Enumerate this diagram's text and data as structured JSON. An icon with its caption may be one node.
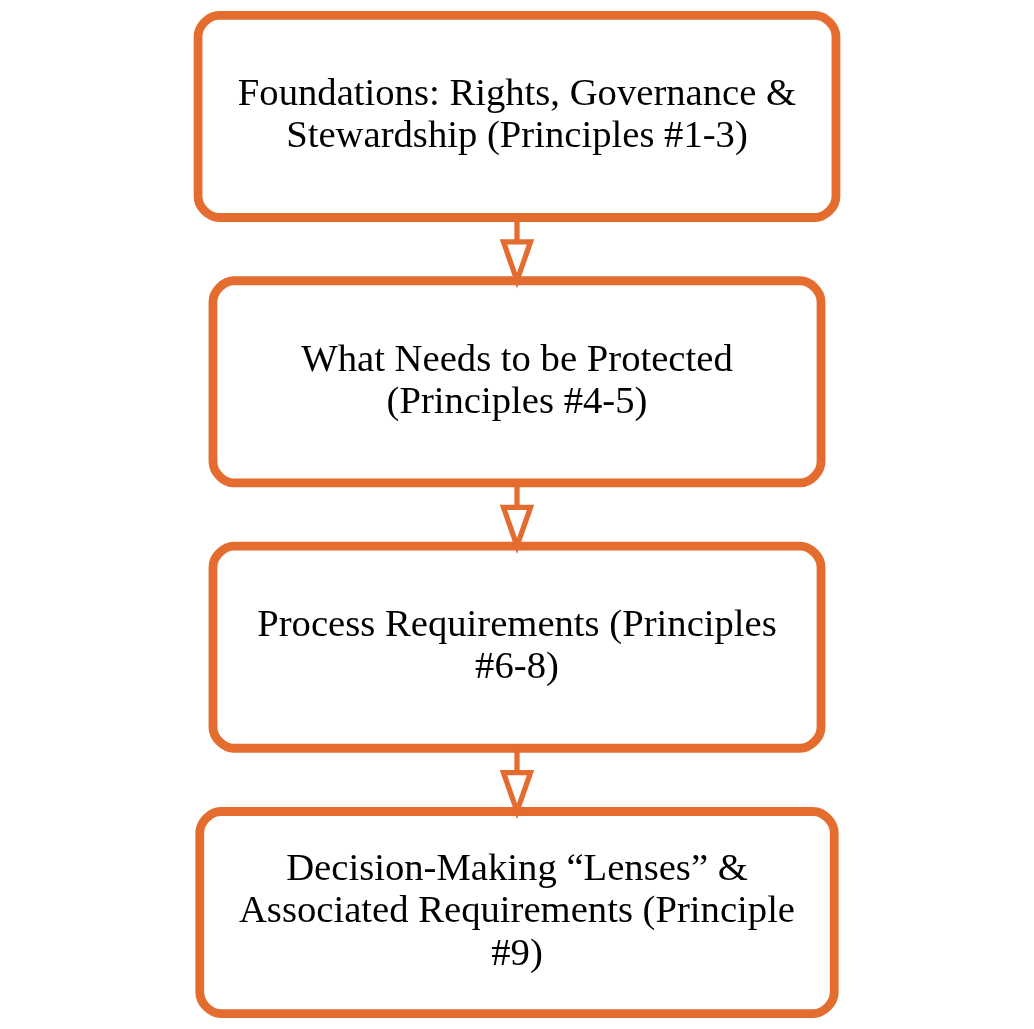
{
  "diagram": {
    "nodes": [
      {
        "text": [
          "Foundations: Rights, Governance & Stewardship (Principles #1-3)"
        ]
      },
      {
        "text": [
          "What Needs to be Protected (Principles #4-5)"
        ]
      },
      {
        "text": [
          "Process Requirements (Principles #6-8)"
        ]
      },
      {
        "text": [
          "Decision-Making “Lenses” & Associated Requirements (Principle #9)"
        ]
      }
    ],
    "edges": [
      {
        "from": 0,
        "to": 1,
        "arrow": "to"
      },
      {
        "from": 1,
        "to": 2,
        "arrow": "to"
      },
      {
        "from": 2,
        "to": 3,
        "arrow": "to"
      }
    ]
  }
}
